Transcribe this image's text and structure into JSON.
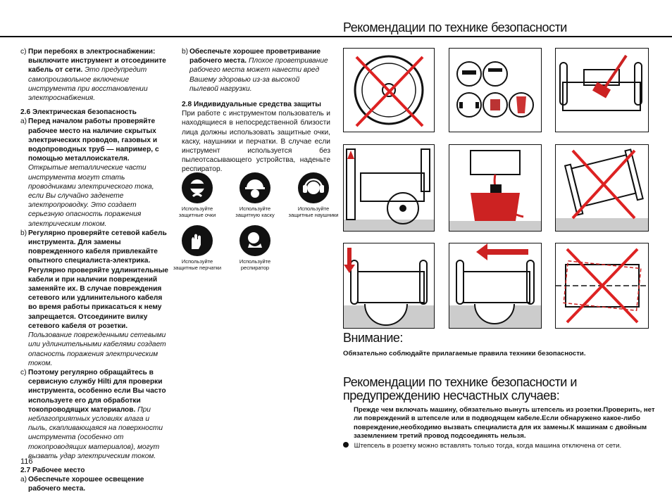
{
  "header": {
    "title": "Рекомендации по технике безопасности"
  },
  "page_number": "116",
  "left_col": {
    "c1": {
      "label": "c)",
      "bold": "При перебоях в электроснабжении: выключите инструмент и отсоедините кабель от сети.",
      "italic": "Это предупредит самопроизвольное включение инструмента при восстановлении электроснабжения."
    },
    "h26": "2.6 Электрическая безопасность",
    "a": {
      "label": "a)",
      "bold": "Перед началом работы проверяйте рабочее место на наличие скрытых электрических проводов, газовых и водопроводных труб — например, с помощью металлоискателя.",
      "italic": "Открытые металлические части инструмента могут стать проводниками электрического тока, если Вы случайно заденете электропроводку. Это создает серьезную опасность поражения электрическим током."
    },
    "b": {
      "label": "b)",
      "bold": "Регулярно проверяйте сетевой кабель инструмента. Для замены поврежденного кабеля привлекайте опытного специалиста-электрика. Регулярно проверяйте удлинительные кабели и при наличии повреждений заменяйте их. В случае повреждения сетевого или удлинительного кабеля во время работы прикасаться к нему запрещается. Отсоедините вилку сетевого кабеля от розетки.",
      "italic": "Пользование поврежденными сетевыми или удлинительными кабелями создает опасность поражения электрическим током."
    },
    "c2": {
      "label": "c)",
      "bold": "Поэтому регулярно обращайтесь в сервисную службу Hilti для проверки инструмента, особенно если Вы часто используете его для обработки токопроводящих материалов.",
      "italic": "При неблагоприятных условиях влага и пыль, скапливающаяся на поверхности инструмента (особенно от токопроводящих материалов), могут вызвать удар электрическим током."
    },
    "h27": "2.7 Рабочее место",
    "a27": {
      "label": "a)",
      "bold": "Обеспечьте хорошее освещение рабочего места."
    }
  },
  "mid_col": {
    "b27": {
      "label": "b)",
      "bold": "Обеспечьте хорошее проветривание рабочего места.",
      "italic": "Плохое проветривание рабочего места может нанести вред Вашему здоровью из-за высокой пылевой нагрузки."
    },
    "h28": "2.8 Индивидуальные средства защиты",
    "p28": "При работе с инструментом пользователь и находящиеся в непосредственной близости лица должны использовать защитные очки, каску, наушники и перчатки. В случае если инструмент используется без пылеотсасывающего устройства, наденьте респиратор.",
    "icons": [
      {
        "label": "Используйте защитные очки",
        "icon": "goggles-icon"
      },
      {
        "label": "Используйте защитную каску",
        "icon": "helmet-icon"
      },
      {
        "label": "Используйте защитные наушники",
        "icon": "ear-protection-icon"
      },
      {
        "label": "Используйте защитные перчатки",
        "icon": "gloves-icon"
      },
      {
        "label": "Используйте респиратор",
        "icon": "respirator-icon"
      }
    ]
  },
  "right": {
    "attention_title": "Внимание:",
    "attention_text": "Обязательно соблюдайте прилагаемые правила техники безопасности.",
    "rec_title_1": "Рекомендации по технике безопасности и",
    "rec_title_2": "предупреждению несчастных случаев:",
    "rec_text": "Прежде чем включать машину, обязательно вынуть штепсель из розетки.Проверить, нет ли повреждений в штепселе или в подводящем кабеле.Если обнаружено какое-либо повреждение,необходимо вызвать специалиста для их замены.К машинам с двойным заземлением третий провод подсоединять нельзя.",
    "bullet": "Штепсель в розетку можно вставлять только тогда, когда машина отключена от сети."
  }
}
